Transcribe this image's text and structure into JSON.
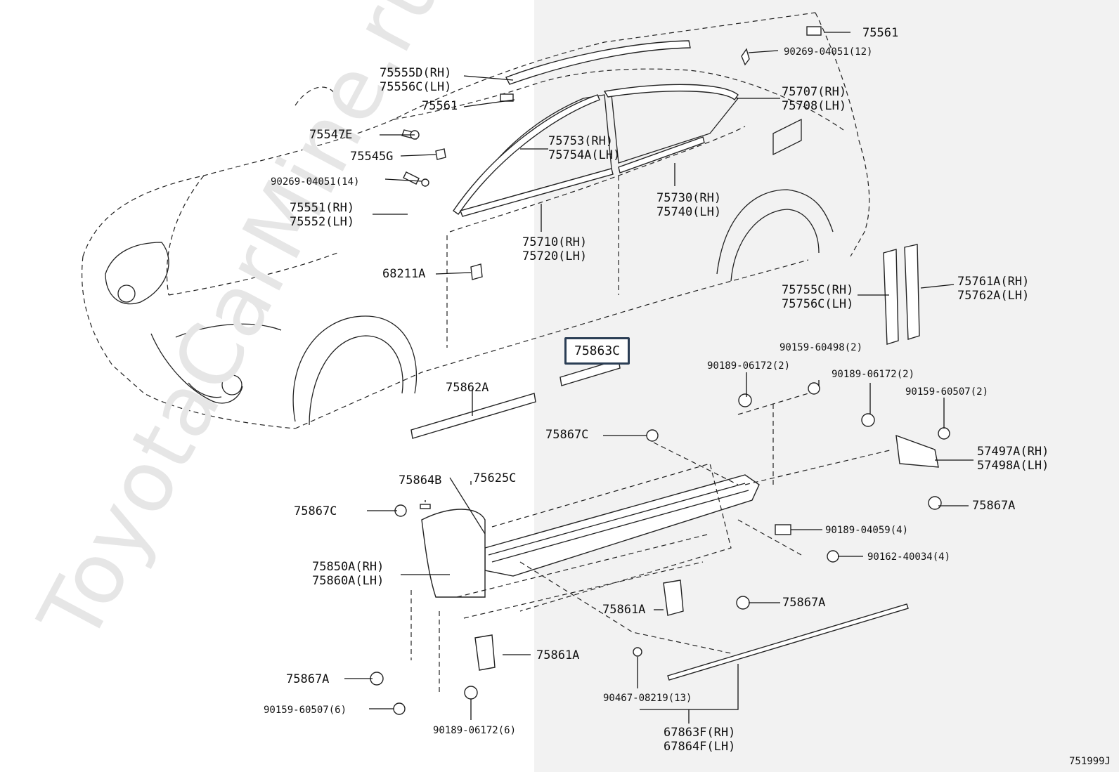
{
  "diagram": {
    "watermark": "ToyotaCarMine.ru",
    "diagram_code": "751999J",
    "highlighted_part": "75863C",
    "labels": [
      {
        "id": "75561_top",
        "lines": [
          "75561"
        ]
      },
      {
        "id": "90269_12",
        "lines": [
          "90269-04051(12)"
        ]
      },
      {
        "id": "75555D",
        "lines": [
          "75555D(RH)",
          "75556C(LH)"
        ]
      },
      {
        "id": "75561_mid",
        "lines": [
          "75561"
        ]
      },
      {
        "id": "75707",
        "lines": [
          "75707(RH)",
          "75708(LH)"
        ]
      },
      {
        "id": "75547E",
        "lines": [
          "75547E"
        ]
      },
      {
        "id": "75545G",
        "lines": [
          "75545G"
        ]
      },
      {
        "id": "75753",
        "lines": [
          "75753(RH)",
          "75754A(LH)"
        ]
      },
      {
        "id": "90269_14",
        "lines": [
          "90269-04051(14)"
        ]
      },
      {
        "id": "75730",
        "lines": [
          "75730(RH)",
          "75740(LH)"
        ]
      },
      {
        "id": "75551",
        "lines": [
          "75551(RH)",
          "75552(LH)"
        ]
      },
      {
        "id": "75710",
        "lines": [
          "75710(RH)",
          "75720(LH)"
        ]
      },
      {
        "id": "68211A",
        "lines": [
          "68211A"
        ]
      },
      {
        "id": "75755C",
        "lines": [
          "75755C(RH)",
          "75756C(LH)"
        ]
      },
      {
        "id": "75761A",
        "lines": [
          "75761A(RH)",
          "75762A(LH)"
        ]
      },
      {
        "id": "90159_60498",
        "lines": [
          "90159-60498(2)"
        ]
      },
      {
        "id": "90189_06172_2a",
        "lines": [
          "90189-06172(2)"
        ]
      },
      {
        "id": "90189_06172_2b",
        "lines": [
          "90189-06172(2)"
        ]
      },
      {
        "id": "90159_60507_2",
        "lines": [
          "90159-60507(2)"
        ]
      },
      {
        "id": "75862A",
        "lines": [
          "75862A"
        ]
      },
      {
        "id": "75867C_a",
        "lines": [
          "75867C"
        ]
      },
      {
        "id": "57497A",
        "lines": [
          "57497A(RH)",
          "57498A(LH)"
        ]
      },
      {
        "id": "75864B",
        "lines": [
          "75864B"
        ]
      },
      {
        "id": "75625C",
        "lines": [
          "75625C"
        ]
      },
      {
        "id": "75867A_a",
        "lines": [
          "75867A"
        ]
      },
      {
        "id": "75867C_b",
        "lines": [
          "75867C"
        ]
      },
      {
        "id": "90189_04059",
        "lines": [
          "90189-04059(4)"
        ]
      },
      {
        "id": "90162_40034",
        "lines": [
          "90162-40034(4)"
        ]
      },
      {
        "id": "75850A",
        "lines": [
          "75850A(RH)",
          "75860A(LH)"
        ]
      },
      {
        "id": "75867A_b",
        "lines": [
          "75867A"
        ]
      },
      {
        "id": "75861A_a",
        "lines": [
          "75861A"
        ]
      },
      {
        "id": "75861A_b",
        "lines": [
          "75861A"
        ]
      },
      {
        "id": "75867A_c",
        "lines": [
          "75867A"
        ]
      },
      {
        "id": "90467_08219",
        "lines": [
          "90467-08219(13)"
        ]
      },
      {
        "id": "90159_60507_6",
        "lines": [
          "90159-60507(6)"
        ]
      },
      {
        "id": "90189_06172_6",
        "lines": [
          "90189-06172(6)"
        ]
      },
      {
        "id": "67863F",
        "lines": [
          "67863F(RH)",
          "67864F(LH)"
        ]
      }
    ]
  }
}
